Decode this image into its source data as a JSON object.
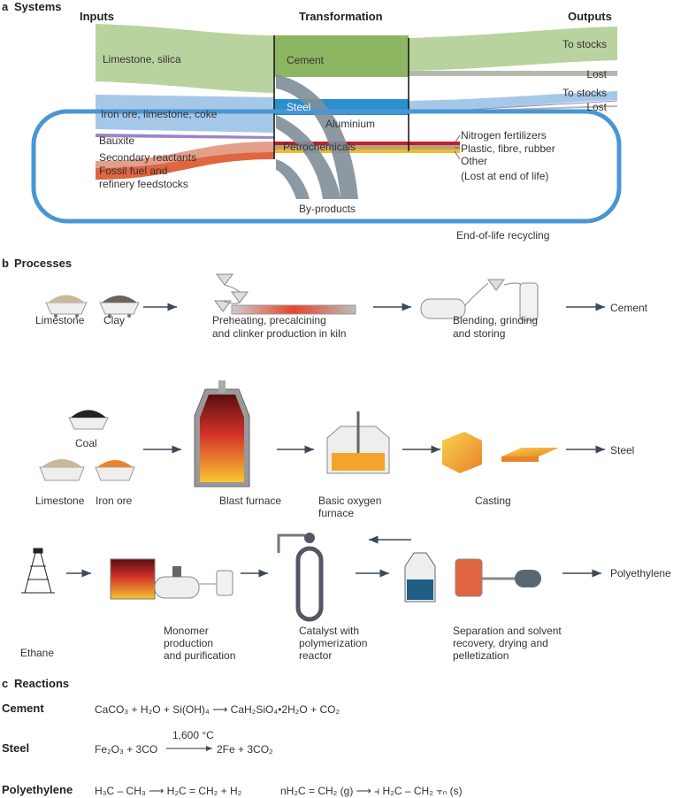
{
  "systems": {
    "panel_label": "a",
    "title": "Systems",
    "col_inputs": "Inputs",
    "col_transformation": "Transformation",
    "col_outputs": "Outputs",
    "inputs": [
      "Limestone, silica",
      "Iron ore, limestone, coke",
      "Bauxite",
      "Secondary reactants",
      "Fossil fuel and",
      "refinery feedstocks"
    ],
    "transformations": [
      "Cement",
      "Steel",
      "Aluminium",
      "Petrochemicals",
      "By-products"
    ],
    "outputs": [
      "To stocks",
      "Lost",
      "To stocks",
      "Lost",
      "Nitrogen fertilizers",
      "Plastic, fibre, rubber",
      "Other",
      "(Lost at end of life)"
    ],
    "recycling": "End-of-life recycling",
    "colors": {
      "cement": "#8db663",
      "cement_flow": "#b9d39f",
      "steel": "#2a8fcc",
      "steel_flow": "#a6c8e8",
      "byproducts": "#7f8e99",
      "recycling": "#4a96d3",
      "bauxite": "#9b86c4",
      "secondary": "#e2a08c",
      "fossil": "#e06540",
      "nitrogen": "#c0202c",
      "plastic": "#b8a27a",
      "other": "#f2b92a",
      "lost": "#b5b9ad"
    }
  },
  "processes": {
    "panel_label": "b",
    "title": "Processes",
    "cement_row": {
      "inputs": [
        "Limestone",
        "Clay"
      ],
      "steps": [
        [
          "Preheating, precalcining",
          "and clinker production in kiln"
        ],
        [
          "Blending, grinding",
          "and storing"
        ]
      ],
      "product": "Cement"
    },
    "steel_row": {
      "inputs": [
        "Coal",
        "Limestone",
        "Iron ore"
      ],
      "steps": [
        [
          "Blast furnace"
        ],
        [
          "Basic oxygen",
          "furnace"
        ],
        [
          "Casting"
        ]
      ],
      "product": "Steel"
    },
    "polyethylene_row": {
      "inputs": [
        "Ethane"
      ],
      "steps": [
        [
          "Monomer",
          "production",
          "and purification"
        ],
        [
          "Catalyst with",
          "polymerization",
          "reactor"
        ],
        [
          "Separation and solvent",
          "recovery, drying and",
          "pelletization"
        ]
      ],
      "product": "Polyethylene"
    }
  },
  "reactions": {
    "panel_label": "c",
    "title": "Reactions",
    "cement": {
      "name": "Cement",
      "equation": "CaCO₃ + H₂O + Si(OH)₄ ⟶ CaH₂SiO₄•2H₂O + CO₂"
    },
    "steel": {
      "name": "Steel",
      "lhs": "Fe₂O₃ + 3CO",
      "condition": "1,600 °C",
      "rhs": "2Fe + 3CO₂"
    },
    "polyethylene": {
      "name": "Polyethylene",
      "equation1": "H₃C – CH₃ ⟶ H₂C = CH₂ + H₂",
      "equation2": "nH₂C = CH₂ (g) ⟶ ⫞ H₂C – CH₂ ⫟ₙ (s)"
    }
  }
}
